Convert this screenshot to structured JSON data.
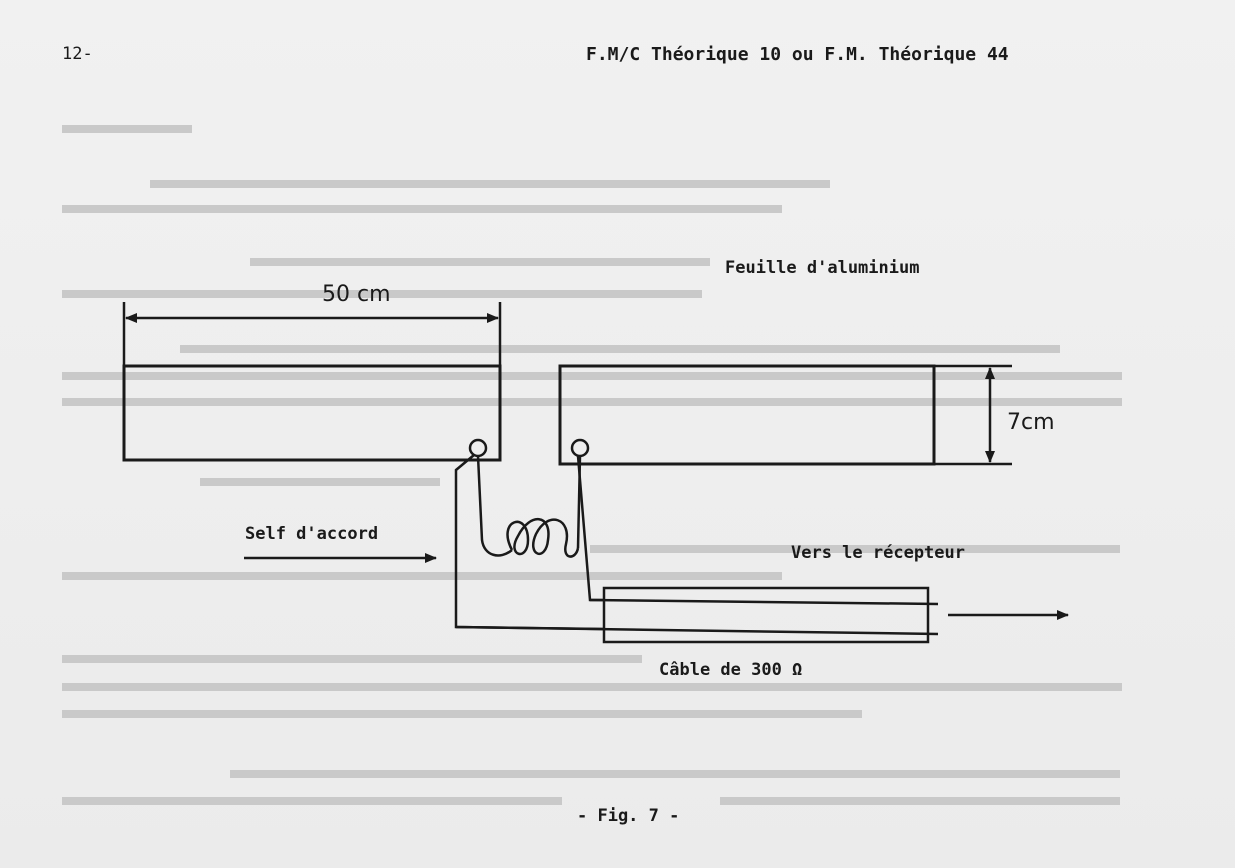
{
  "header": {
    "page_number": "12-",
    "running_title": "F.M/C Théorique 10  ou  F.M. Théorique 44"
  },
  "figure": {
    "label_foil": "Feuille d'aluminium",
    "label_length": "50 cm",
    "label_width": "7cm",
    "label_coil": "Self d'accord",
    "label_receiver": "Vers le récepteur",
    "label_cable": "Câble de 300 Ω",
    "caption": "- Fig. 7 -"
  }
}
